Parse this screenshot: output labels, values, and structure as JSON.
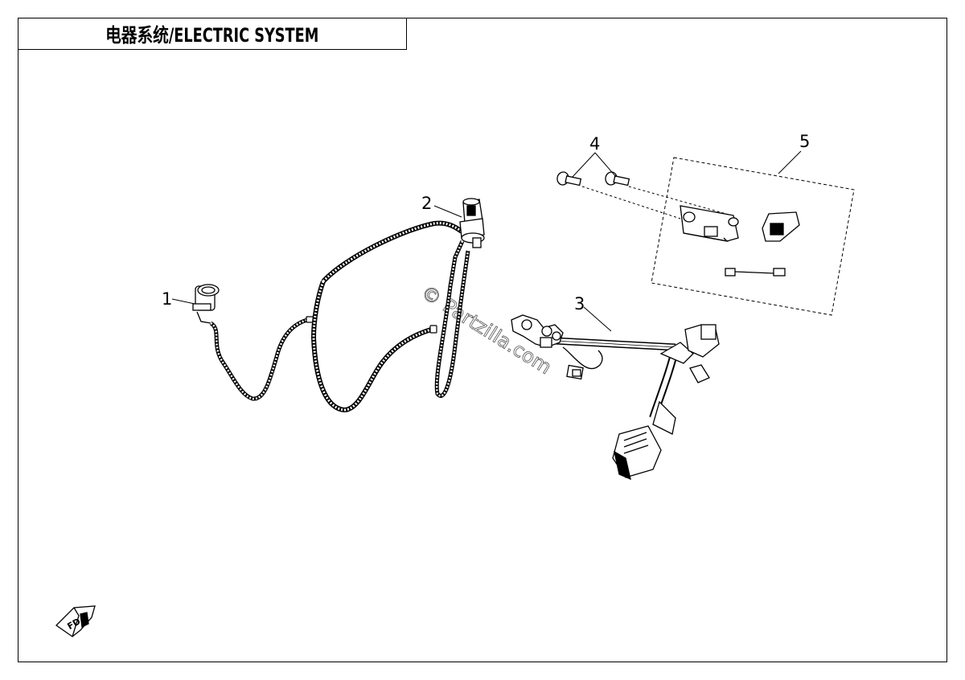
{
  "title": "电器系统/ELECTRIC SYSTEM",
  "watermark": "© Partzilla.com",
  "front_marker": "FD",
  "callouts": [
    {
      "id": "1",
      "label": "1"
    },
    {
      "id": "2",
      "label": "2"
    },
    {
      "id": "3",
      "label": "3"
    },
    {
      "id": "4",
      "label": "4"
    },
    {
      "id": "5",
      "label": "5"
    }
  ],
  "colors": {
    "line": "#000000",
    "background": "#ffffff"
  }
}
